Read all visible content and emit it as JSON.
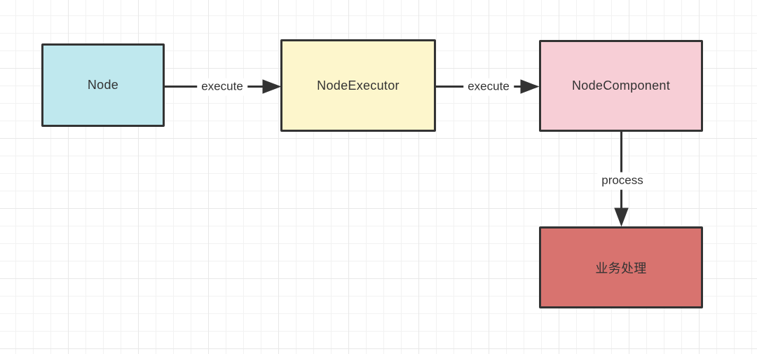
{
  "canvas": {
    "background": "#ffffff",
    "grid_minor_color": "#f2f2f2",
    "grid_major_color": "#e8e8e8"
  },
  "diagram": {
    "nodes": [
      {
        "label": "Node",
        "fill": "#bfe8ee"
      },
      {
        "label": "NodeExecutor",
        "fill": "#fdf6cc"
      },
      {
        "label": "NodeComponent",
        "fill": "#f7ced6"
      },
      {
        "label": "业务处理",
        "fill": "#d8736f"
      }
    ],
    "edges": [
      {
        "label": "execute",
        "from": "Node",
        "to": "NodeExecutor",
        "direction": "right"
      },
      {
        "label": "execute",
        "from": "NodeExecutor",
        "to": "NodeComponent",
        "direction": "right"
      },
      {
        "label": "process",
        "from": "NodeComponent",
        "to": "业务处理",
        "direction": "down"
      }
    ],
    "stroke_color": "#333333",
    "text_color": "#333333"
  }
}
